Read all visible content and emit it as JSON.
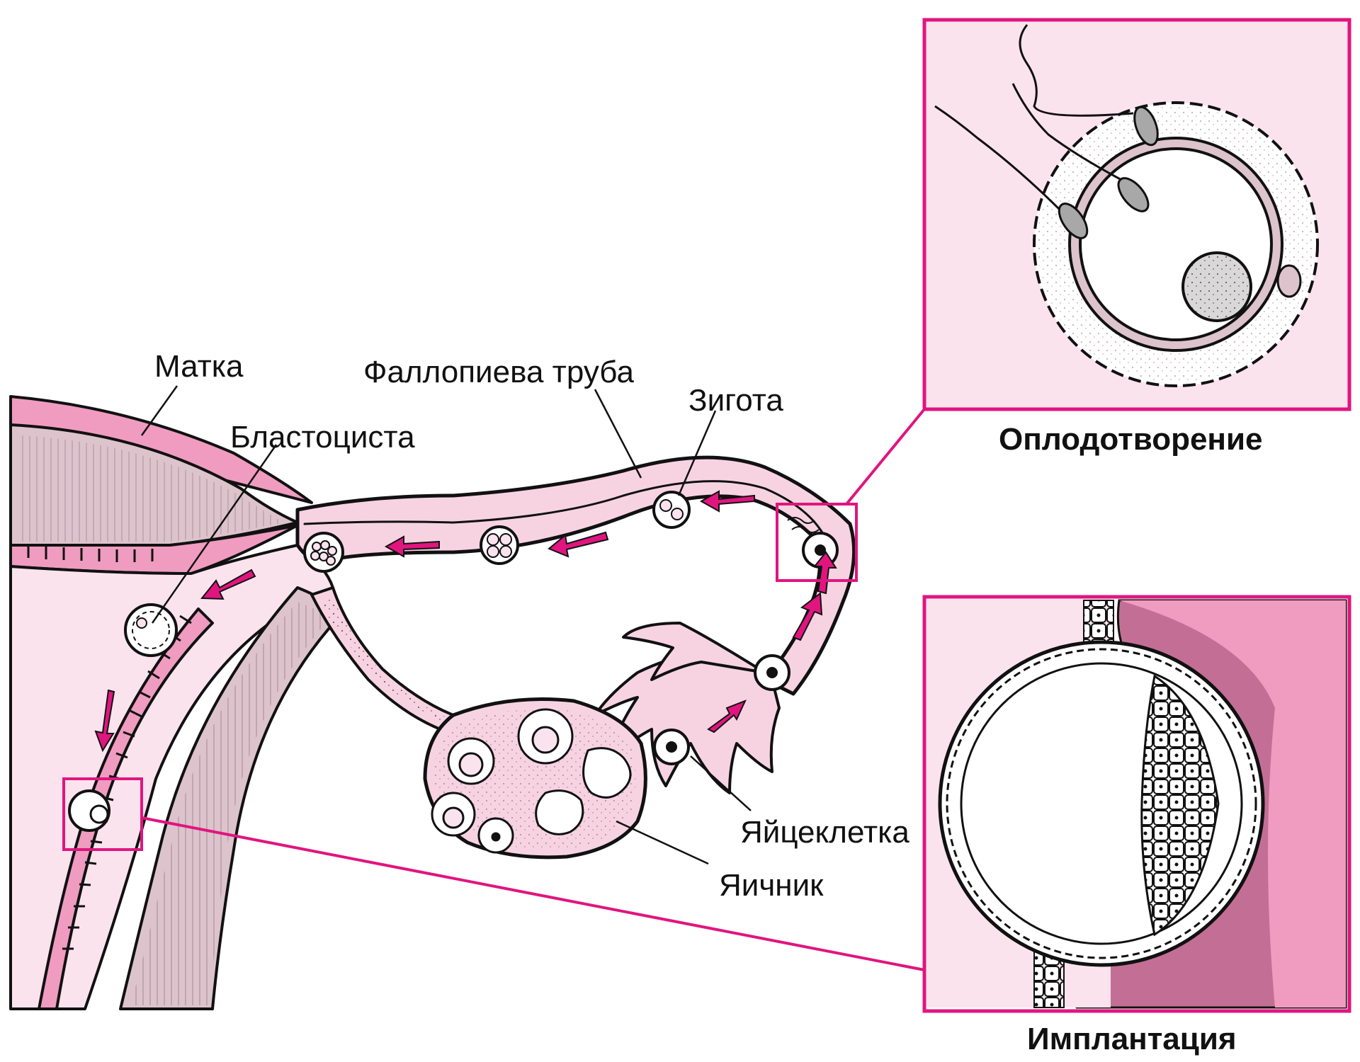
{
  "labels": {
    "uterus": "Матка",
    "fallopian_tube": "Фаллопиева труба",
    "zygote": "Зигота",
    "blastocyst": "Бластоциста",
    "egg": "Яйцеклетка",
    "ovary": "Яичник"
  },
  "insets": {
    "fertilization": "Оплодотворение",
    "implantation": "Имплантация"
  },
  "colors": {
    "outline": "#111111",
    "tube_light": "#f7d3e2",
    "tissue_pink": "#ef9cc0",
    "tissue_pale": "#fbe3ee",
    "muscle_gray": "#dcc3cc",
    "accent_magenta": "#e0157f",
    "endometrium_dark": "#c36f95"
  },
  "arrow_direction": "from egg toward uterus"
}
